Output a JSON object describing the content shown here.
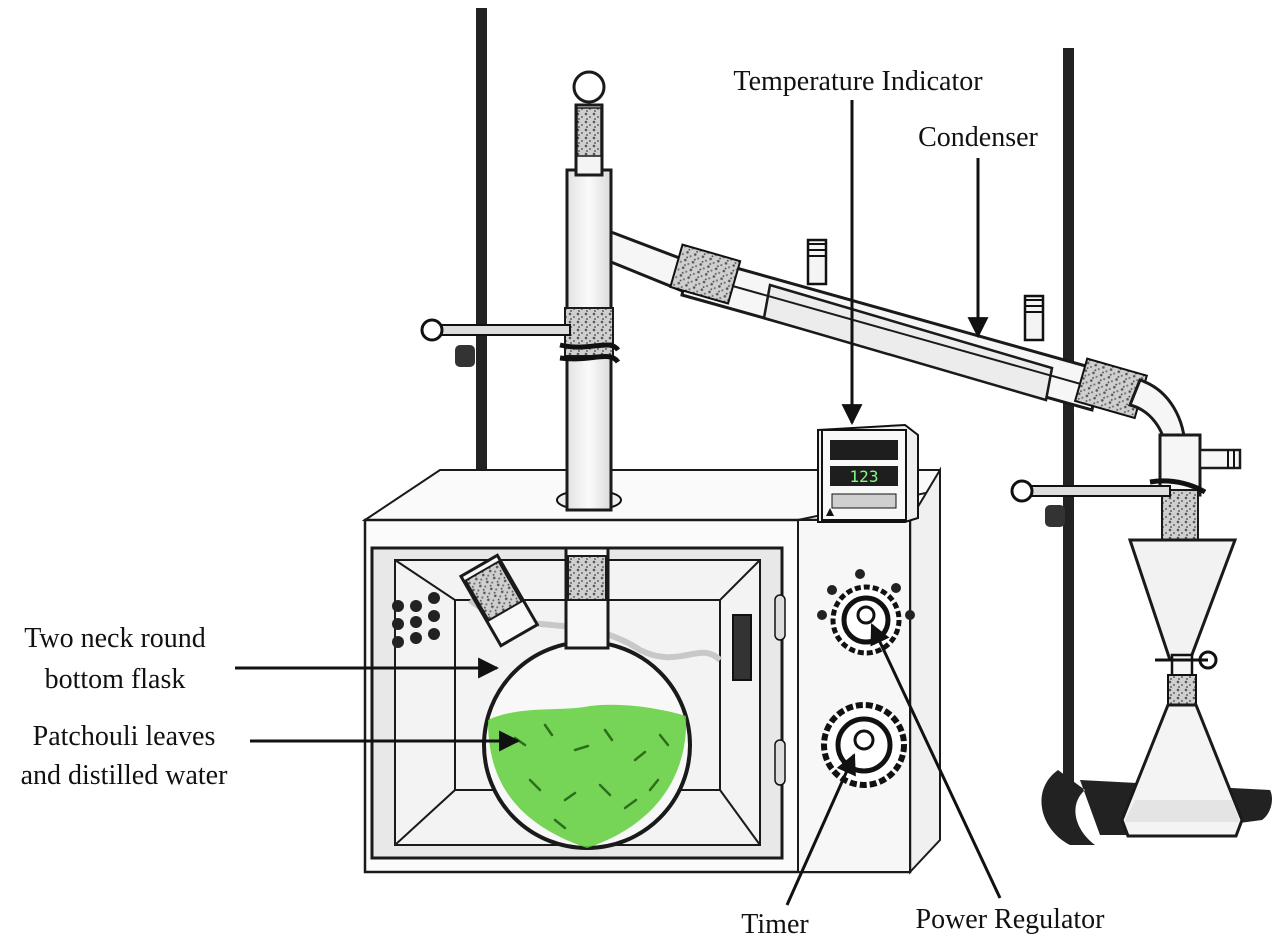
{
  "labels": {
    "temperature_indicator": "Temperature Indicator",
    "condenser": "Condenser",
    "flask_line1": "Two neck round",
    "flask_line2": "bottom flask",
    "leaves_line1": "Patchouli leaves",
    "leaves_line2": "and distilled water",
    "timer": "Timer",
    "power_regulator": "Power Regulator"
  },
  "display": {
    "readout": "123"
  },
  "colors": {
    "leaves": "#5fcf3a",
    "line": "#1a1a1a",
    "stand": "#222222",
    "glass": "#f4f4f4"
  }
}
